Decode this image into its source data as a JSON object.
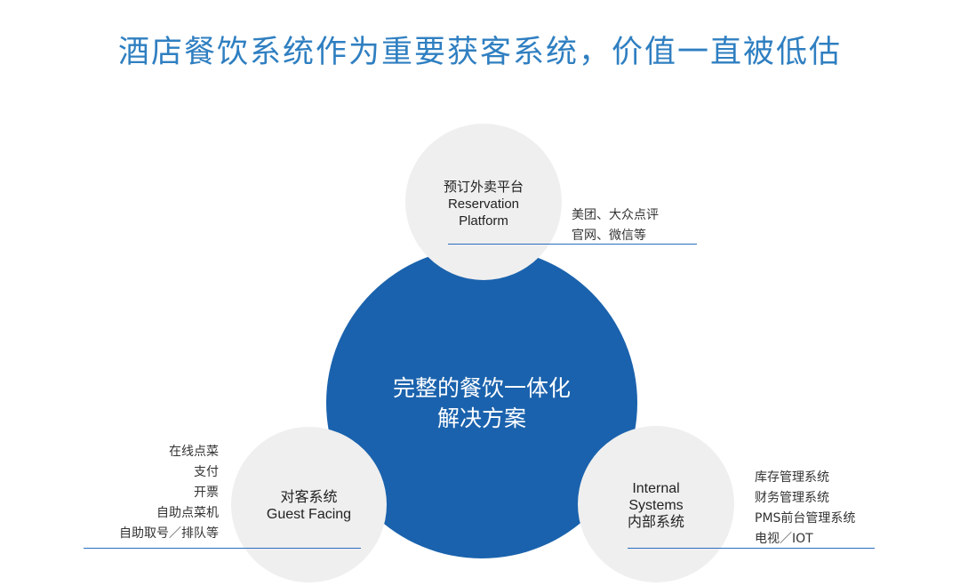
{
  "title": "酒店餐饮系统作为重要获客系统，价值一直被低估",
  "center": {
    "line1": "完整的餐饮一体化",
    "line2": "解决方案"
  },
  "colors": {
    "title": "#2f7fc1",
    "center_circle": "#1a62ad",
    "bubble": "#efefef",
    "rule": "#2a6fbf"
  },
  "nodes": {
    "reservation": {
      "zh": "预订外卖平台",
      "en_line1": "Reservation",
      "en_line2": "Platform",
      "items": [
        "美团、大众点评",
        "官网、微信等"
      ]
    },
    "guest": {
      "zh": "对客系统",
      "en": "Guest Facing",
      "items": [
        "在线点菜",
        "支付",
        "开票",
        "自助点菜机",
        "自助取号／排队等"
      ]
    },
    "internal": {
      "en_line1": "Internal",
      "en_line2": "Systems",
      "zh": "内部系统",
      "items": [
        "库存管理系统",
        "财务管理系统",
        "PMS前台管理系统",
        "电视／IOT"
      ]
    }
  }
}
